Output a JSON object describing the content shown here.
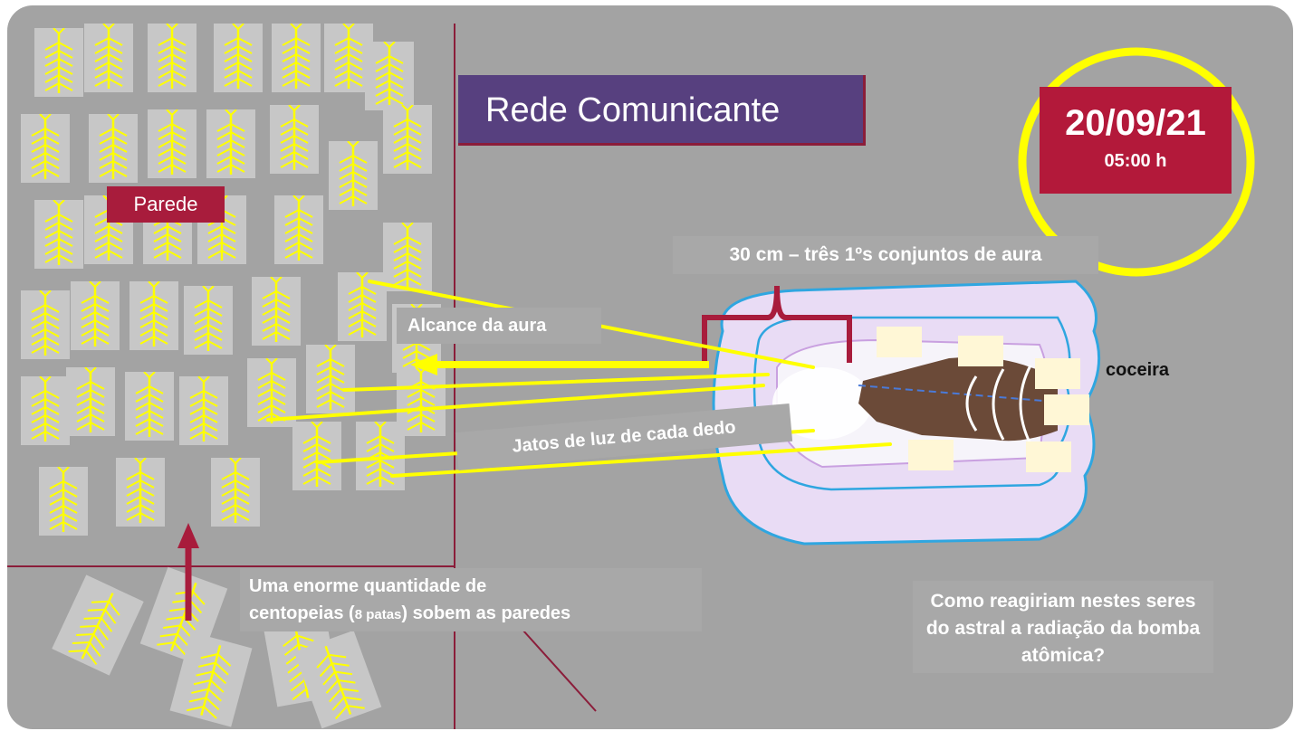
{
  "slide": {
    "title": "Rede Comunicante",
    "wall_label": "Parede",
    "date": "20/09/21",
    "time": "05:00 h",
    "aura_label": "30 cm – três 1ºs conjuntos de aura",
    "reach_label": "Alcance da aura",
    "jets_label": "Jatos de luz de cada dedo",
    "itch_label": "coceira",
    "centipede_text_1": "Uma enorme quantidade de",
    "centipede_text_2a": "centopeias (",
    "centipede_text_2b": "8 patas",
    "centipede_text_2c": ") sobem as paredes",
    "question": "Como reagiriam nestes seres do astral a radiação da bomba atômica?"
  },
  "colors": {
    "background": "#a3a3a3",
    "title_bg": "#57407f",
    "accent_red": "#a81c3c",
    "yellow": "#ffff00",
    "aura_pink": "#e9dcf5",
    "aura_blue": "#2fa6e0"
  },
  "icons": [
    "centipede-icon",
    "hand-image",
    "arrow-up-icon",
    "arrow-left-icon"
  ]
}
